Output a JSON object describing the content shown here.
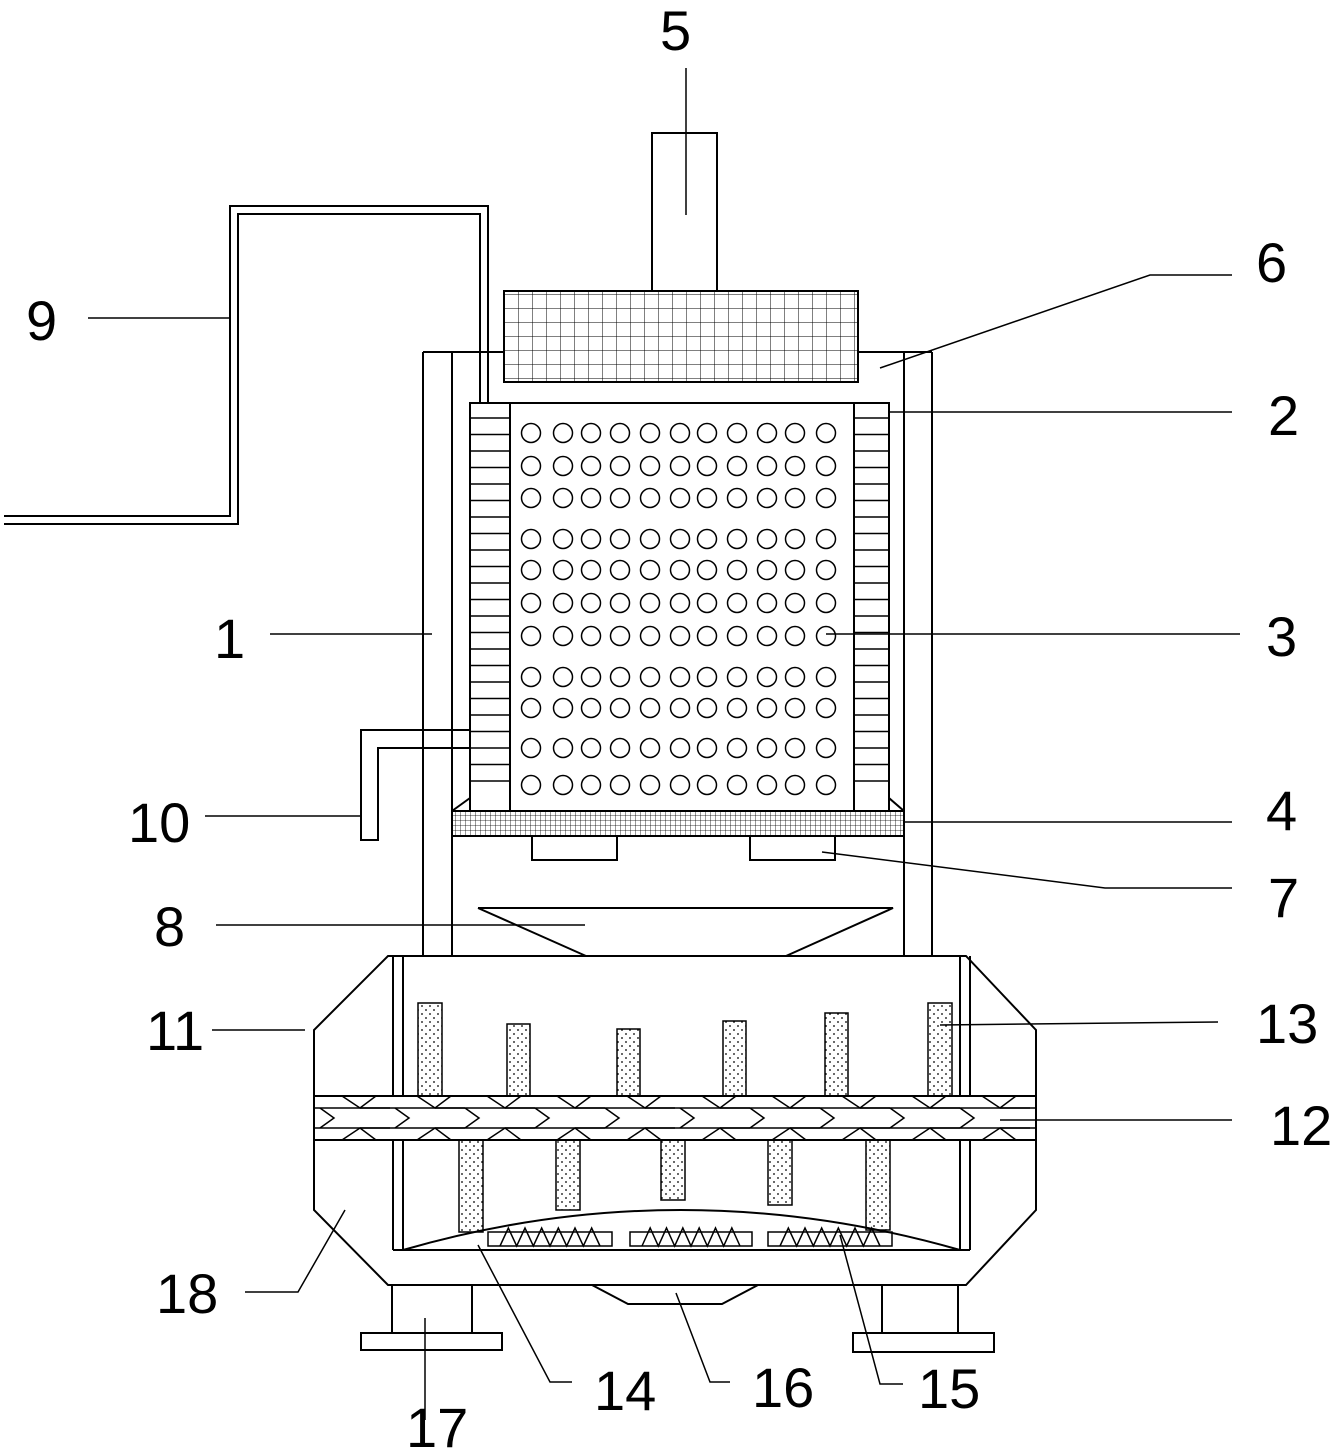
{
  "diagram": {
    "labels": [
      {
        "id": "1",
        "text": "1"
      },
      {
        "id": "2",
        "text": "2"
      },
      {
        "id": "3",
        "text": "3"
      },
      {
        "id": "4",
        "text": "4"
      },
      {
        "id": "5",
        "text": "5"
      },
      {
        "id": "6",
        "text": "6"
      },
      {
        "id": "7",
        "text": "7"
      },
      {
        "id": "8",
        "text": "8"
      },
      {
        "id": "9",
        "text": "9"
      },
      {
        "id": "10",
        "text": "10"
      },
      {
        "id": "11",
        "text": "11"
      },
      {
        "id": "12",
        "text": "12"
      },
      {
        "id": "13",
        "text": "13"
      },
      {
        "id": "14",
        "text": "14"
      },
      {
        "id": "15",
        "text": "15"
      },
      {
        "id": "16",
        "text": "16"
      },
      {
        "id": "17",
        "text": "17"
      },
      {
        "id": "18",
        "text": "18"
      }
    ],
    "colors": {
      "line": "#000000",
      "background": "#ffffff"
    }
  }
}
